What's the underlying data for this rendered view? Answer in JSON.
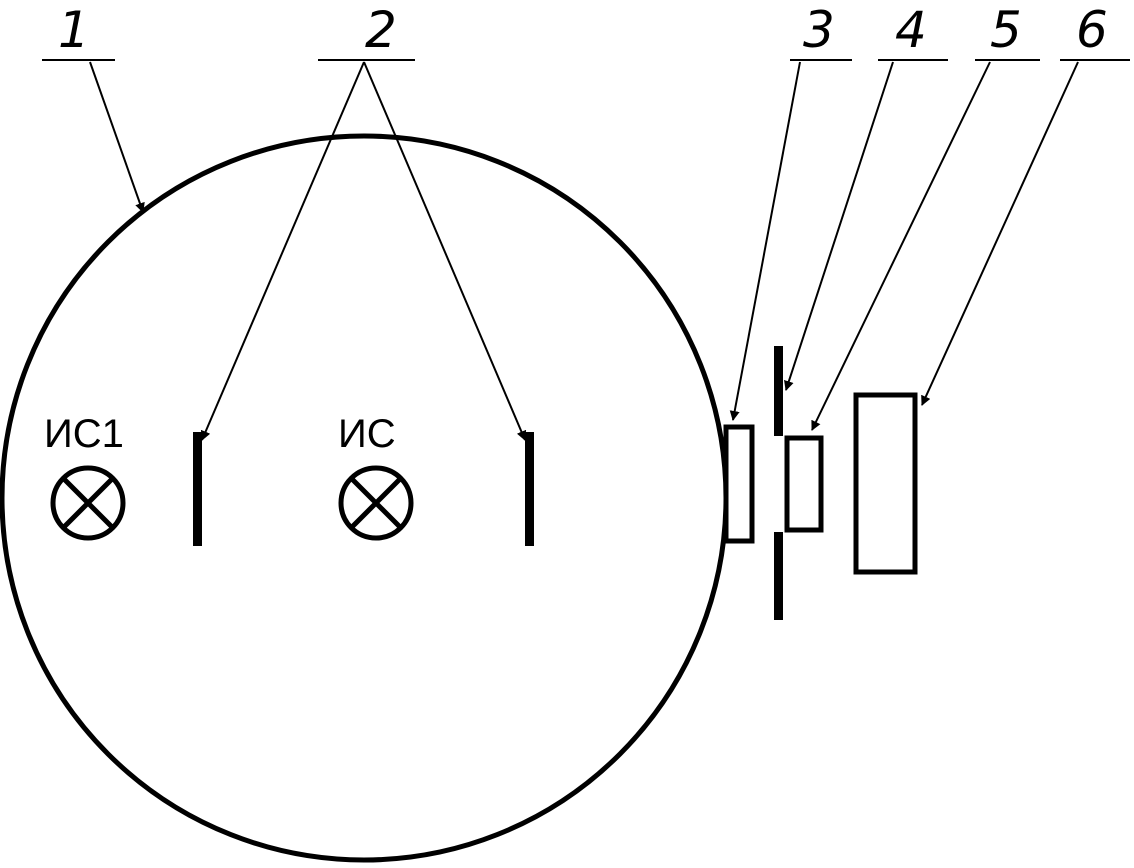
{
  "callouts": [
    "1",
    "2",
    "3",
    "4",
    "5",
    "6"
  ],
  "sources": {
    "left": "ИС1",
    "center": "ИС"
  },
  "colors": {
    "line": "#000000",
    "background": "#ffffff"
  }
}
